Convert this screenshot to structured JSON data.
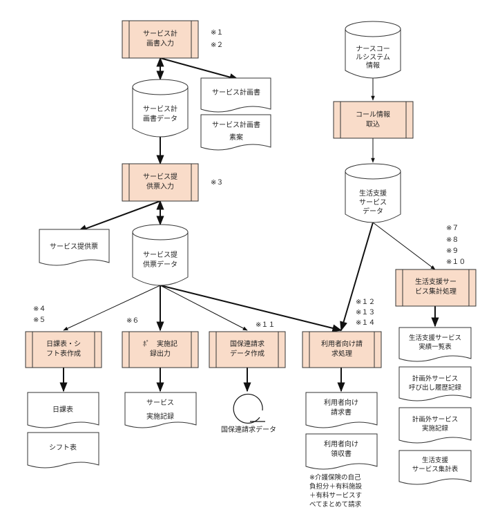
{
  "processes": {
    "service_plan_input": [
      "サービス計",
      "画書入力"
    ],
    "service_ticket_input": [
      "サービス提",
      "供票入力"
    ],
    "call_info_import": [
      "コール情報",
      "取込"
    ],
    "daily_shift": [
      "日課表・シ",
      "フト表作成"
    ],
    "record_output": [
      "ﾎﾟ　実施記",
      "録出力"
    ],
    "kokuho_create": [
      "国保連請求",
      "データ作成"
    ],
    "user_billing": [
      "利用者向け請",
      "求処理"
    ],
    "life_support_total": [
      "生活支援サー",
      "ビス集計処理"
    ]
  },
  "stores": {
    "service_plan_data": [
      "サービス計",
      "画書データ"
    ],
    "service_ticket_data": [
      "サービス提",
      "供票データ"
    ],
    "nurse_call": [
      "ナースコー",
      "ルシステム",
      "情報"
    ],
    "life_support_data": [
      "生活支援",
      "サービス",
      "データ"
    ]
  },
  "documents": {
    "service_plan": [
      "サービス計画書"
    ],
    "service_plan_draft": [
      "サービス計画書",
      "素案"
    ],
    "service_ticket": [
      "サービス提供票"
    ],
    "daily_table": [
      "日課表"
    ],
    "shift_table": [
      "シフト表"
    ],
    "service_record": [
      "サービス",
      "実施記録"
    ],
    "user_invoice": [
      "利用者向け",
      "請求書"
    ],
    "user_receipt": [
      "利用者向け",
      "領収書"
    ],
    "life_support_list": [
      "生活支援サービス",
      "実績一覧表"
    ],
    "unplanned_call_log": [
      "計画外サービス",
      "呼び出し履歴記録"
    ],
    "unplanned_record": [
      "計画外サービス",
      "実施記録"
    ],
    "life_support_summary": [
      "生活支援",
      "サービス集計表"
    ]
  },
  "connector": {
    "kokuho_data_label": "国保連請求データ"
  },
  "notes": {
    "n1": "※１",
    "n2": "※２",
    "n3": "※３",
    "n4": "※４",
    "n5": "※５",
    "n6": "※６",
    "n7": "※７",
    "n8": "※８",
    "n9": "※９",
    "n10": "※１０",
    "n11": "※１１",
    "n12": "※１２",
    "n13": "※１３",
    "n14": "※１４",
    "billing_note": [
      "※介護保険の自己",
      "負担分＋有料施設",
      "＋有料サービスす",
      "べてまとめて請求"
    ]
  }
}
